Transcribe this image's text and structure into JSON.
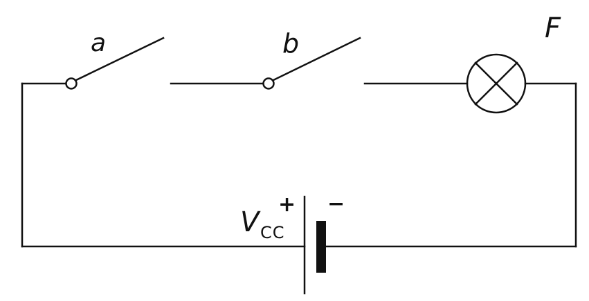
{
  "diagram": {
    "switch_a_label": "a",
    "switch_b_label": "b",
    "lamp_label": "F",
    "source_label_main": "V",
    "source_label_sub": "CC",
    "plus_sign": "+",
    "minus_sign": "−"
  },
  "colors": {
    "line": "#111111",
    "background": "#ffffff"
  }
}
